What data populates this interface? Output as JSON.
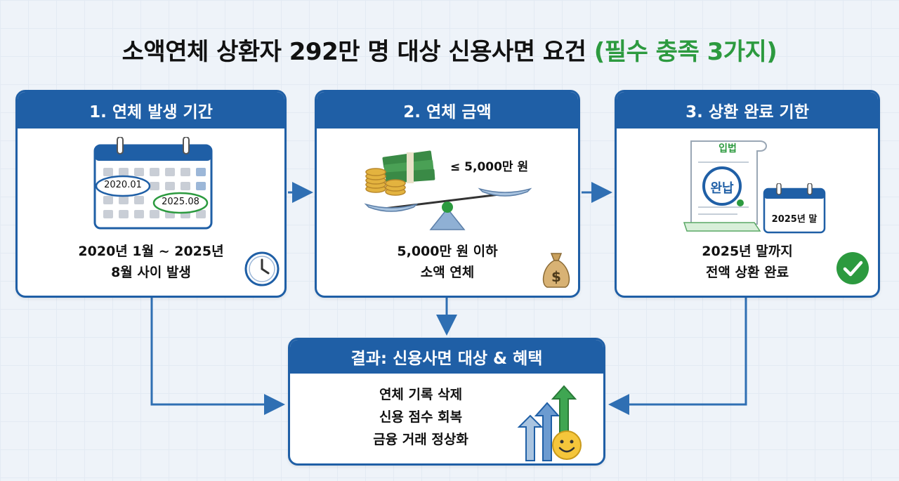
{
  "title": {
    "main": "소액연체 상환자 292만 명 대상 신용사면 요건",
    "accent": "(필수 충족 3가지)"
  },
  "cards": [
    {
      "header": "1. 연체 발생 기간",
      "calendar_labels": [
        "2020.01",
        "2025.08"
      ],
      "desc_lines": [
        "2020년 1월 ~ 2025년",
        "8월 사이 발생"
      ],
      "icon": "clock-icon"
    },
    {
      "header": "2. 연체 금액",
      "scale_label": "≤ 5,000만 원",
      "desc_lines": [
        "5,000만 원 이하",
        "소액 연체"
      ],
      "icon": "money-bag-icon"
    },
    {
      "header": "3. 상환 완료 기한",
      "document_label": "입법",
      "stamp_label": "완납",
      "calendar_label": "2025년 말",
      "desc_lines": [
        "2025년 말까지",
        "전액 상환 완료"
      ],
      "icon": "checkmark-icon"
    }
  ],
  "result": {
    "header": "결과: 신용사면 대상 & 혜택",
    "benefits": [
      "연체 기록 삭제",
      "신용 점수 회복",
      "금융 거래 정상화"
    ],
    "icon": "growth-arrows-smiley-icon"
  },
  "colors": {
    "primary": "#1f5fa6",
    "accent_green": "#2c9a3f",
    "arrow": "#2f6fb3"
  }
}
